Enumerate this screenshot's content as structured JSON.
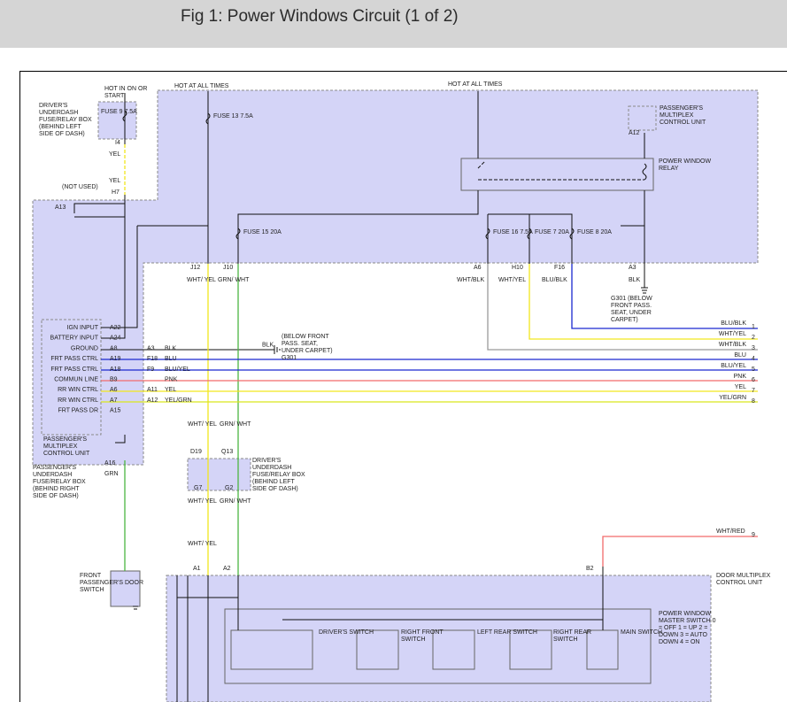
{
  "page_title": "Fig 1: Power Windows Circuit (1 of 2)",
  "colors": {
    "module_fill": "#d4d4f7",
    "module_border": "#8a8a8a",
    "wire_yellow": "#f2e61d",
    "wire_green": "#4cb542",
    "wire_blue": "#1a28d0",
    "wire_gray": "#9a9a9a",
    "wire_red": "#f26b6b",
    "wire_black": "#111111"
  },
  "power": {
    "hot_in_on": "HOT IN ON OR START",
    "hot_all_1": "HOT AT ALL TIMES",
    "hot_all_2": "HOT AT ALL TIMES"
  },
  "fuses": {
    "fuse9": "FUSE 9 7.5A",
    "fuse13": "FUSE 13 7.5A",
    "fuse15": "FUSE 15 20A",
    "fuse16": "FUSE 16 7.5A",
    "fuse7": "FUSE 7 20A",
    "fuse8": "FUSE 8 20A"
  },
  "components": {
    "drivers_box": "DRIVER'S UNDERDASH FUSE/RELAY BOX (BEHIND LEFT SIDE OF DASH)",
    "pass_multiplex": "PASSENGER'S MULTIPLEX CONTROL UNIT",
    "power_window_relay": "POWER WINDOW RELAY",
    "not_used": "(NOT USED)",
    "pass_box": "PASSENGER'S UNDERDASH FUSE/RELAY BOX (BEHIND RIGHT SIDE OF DASH)",
    "pass_multiplex_2": "PASSENGER'S MULTIPLEX CONTROL UNIT",
    "drivers_box_2": "DRIVER'S UNDERDASH FUSE/RELAY BOX (BEHIND LEFT SIDE OF DASH)",
    "front_pass_switch": "FRONT PASSENGER'S DOOR SWITCH",
    "door_multiplex": "DOOR MULTIPLEX CONTROL UNIT",
    "master_switch": "POWER WINDOW MASTER SWITCH 0 = OFF 1 = UP 2 = DOWN 3 = AUTO DOWN 4 = ON",
    "drivers_switch": "DRIVER'S SWITCH",
    "right_front_switch": "RIGHT FRONT SWITCH",
    "left_rear_switch": "LEFT REAR SWITCH",
    "right_rear_switch": "RIGHT REAR SWITCH",
    "main_switch": "MAIN SWITCH"
  },
  "grounds": {
    "g301_top": "G301 (BELOW FRONT PASS. SEAT, UNDER CARPET)",
    "g301_mid": "(BELOW FRONT PASS. SEAT, UNDER CARPET) G301"
  },
  "connectors": {
    "i4": "I4",
    "h7": "H7",
    "a13": "A13",
    "j12": "J12",
    "j10": "J10",
    "a6": "A6",
    "h10": "H10",
    "f16": "F16",
    "a3": "A3",
    "a12": "A12",
    "d19": "D19",
    "q13": "Q13",
    "g7": "G7",
    "g2": "G2",
    "a1": "A1",
    "a2": "A2",
    "b2": "B2",
    "a16": "A16"
  },
  "wire_colors": {
    "yel_a": "YEL",
    "yel_b": "YEL",
    "wht_yel_j12": "WHT/ YEL",
    "grn_wht_j10": "GRN/ WHT",
    "wht_blk_a6": "WHT/BLK",
    "wht_yel_h10": "WHT/YEL",
    "blu_blk_f16": "BLU/BLK",
    "blk_a3": "BLK",
    "wht_yel_d19": "WHT/ YEL",
    "grn_wht_q13": "GRN/ WHT",
    "wht_yel_g7": "WHT/ YEL",
    "grn_wht_g2": "GRN/ WHT",
    "wht_yel_a1": "WHT/ YEL",
    "grn_a16": "GRN",
    "wht_red": "WHT/RED"
  },
  "mux_inputs": [
    {
      "label": "IGN INPUT",
      "pin": "A22",
      "pin2": "",
      "wire": "",
      "right_label": "",
      "num": ""
    },
    {
      "label": "BATTERY INPUT",
      "pin": "A24",
      "pin2": "",
      "wire": "",
      "right_label": "",
      "num": ""
    },
    {
      "label": "GROUND",
      "pin": "A8",
      "pin2": "A3",
      "wire": "BLK",
      "right_label": "BLK",
      "num": ""
    },
    {
      "label": "FRT PASS CTRL",
      "pin": "A19",
      "pin2": "F18",
      "wire": "BLU",
      "right_label": "",
      "num": ""
    },
    {
      "label": "FRT PASS CTRL",
      "pin": "A18",
      "pin2": "F9",
      "wire": "BLU/YEL",
      "right_label": "",
      "num": ""
    },
    {
      "label": "COMMUN LINE",
      "pin": "B9",
      "pin2": "",
      "wire": "PNK",
      "right_label": "",
      "num": ""
    },
    {
      "label": "RR WIN CTRL",
      "pin": "A6",
      "pin2": "A11",
      "wire": "YEL",
      "right_label": "",
      "num": ""
    },
    {
      "label": "RR WIN CTRL",
      "pin": "A7",
      "pin2": "A12",
      "wire": "YEL/GRN",
      "right_label": "",
      "num": ""
    },
    {
      "label": "FRT PASS DR",
      "pin": "A15",
      "pin2": "",
      "wire": "",
      "right_label": "",
      "num": ""
    }
  ],
  "right_outputs": [
    {
      "label": "BLU/BLK",
      "num": "1"
    },
    {
      "label": "WHT/YEL",
      "num": "2"
    },
    {
      "label": "WHT/BLK",
      "num": "3"
    },
    {
      "label": "BLU",
      "num": "4"
    },
    {
      "label": "BLU/YEL",
      "num": "5"
    },
    {
      "label": "PNK",
      "num": "6"
    },
    {
      "label": "YEL",
      "num": "7"
    },
    {
      "label": "YEL/GRN",
      "num": "8"
    },
    {
      "label": "WHT/RED",
      "num": "9"
    }
  ],
  "switch_numbers": {
    "one": "1",
    "two": "2",
    "three": "3",
    "zero": "0",
    "four": "4"
  }
}
